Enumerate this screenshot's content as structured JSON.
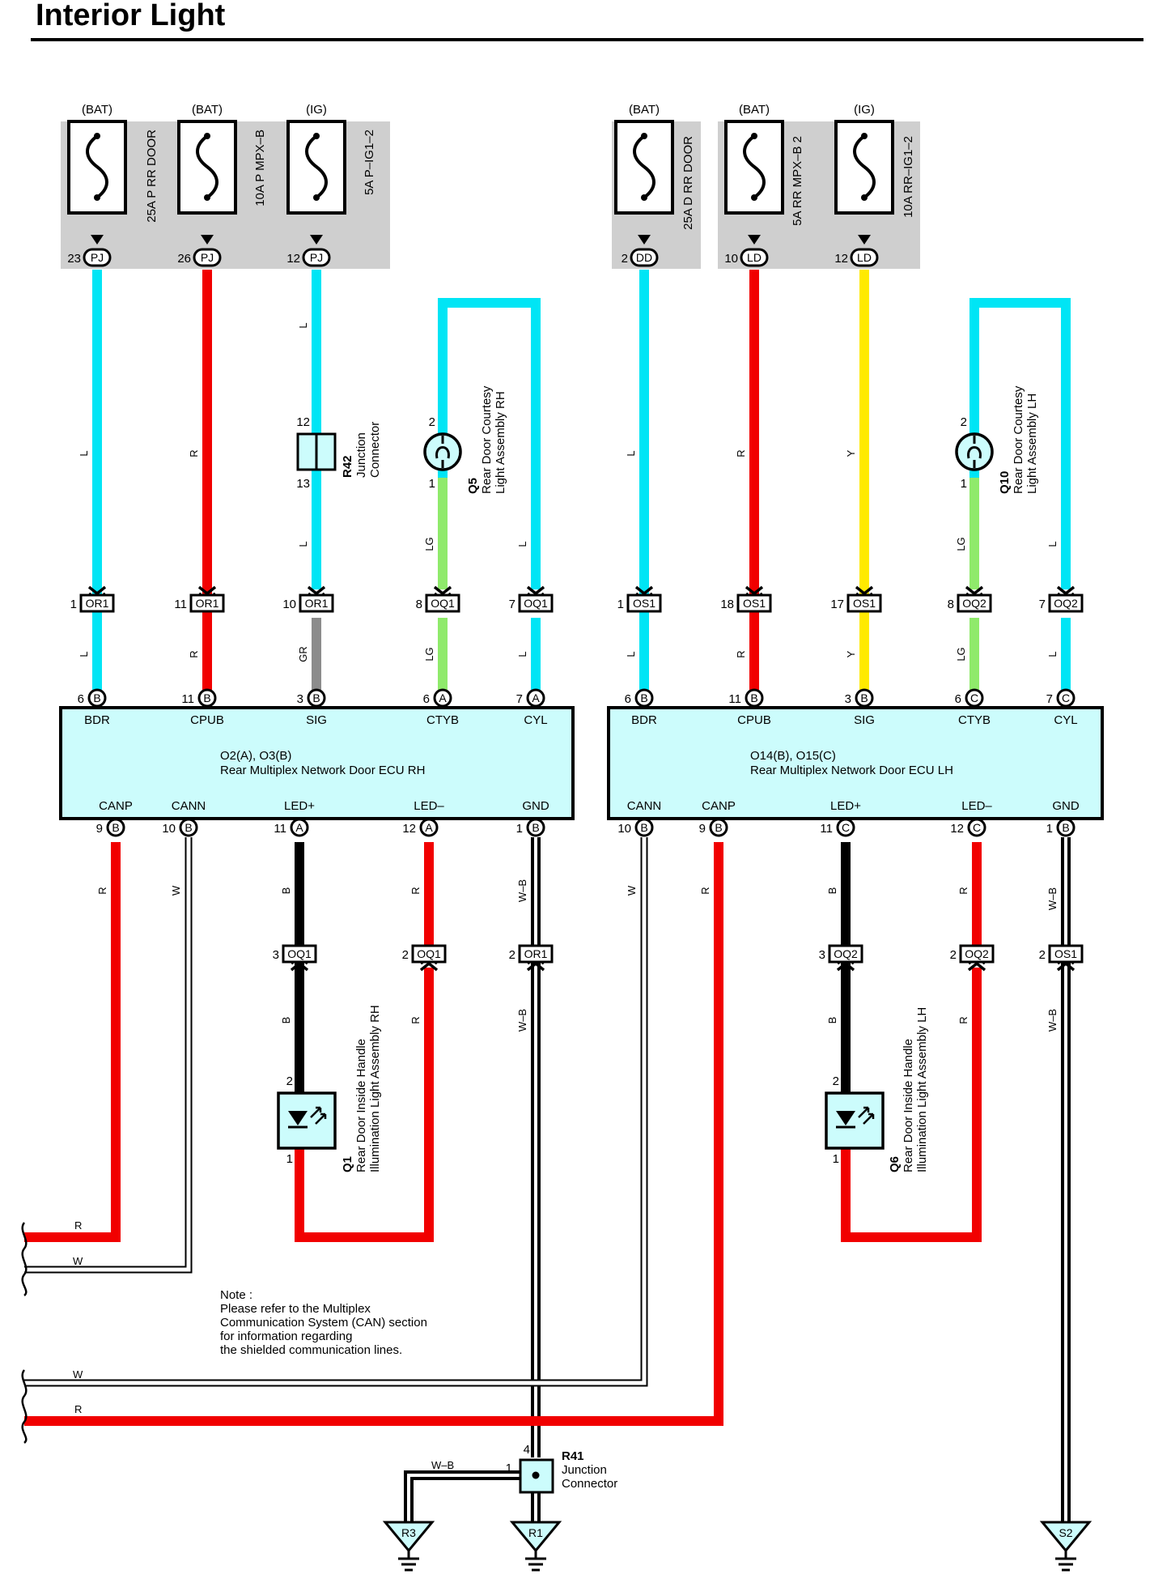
{
  "title": "Interior Light",
  "colors": {
    "L": "#00e5f5",
    "R": "#f10000",
    "Y": "#ffea00",
    "LG": "#8fea6b",
    "GR": "#8c8c8c",
    "B": "#000000",
    "ecu_fill": "#ccfcfc",
    "fuse_panel": "#cfcfcf"
  },
  "fuse_groups": {
    "right": {
      "fuses": [
        {
          "power": "(BAT)",
          "name": "25A P RR DOOR",
          "pin": "23",
          "conn": "PJ"
        },
        {
          "power": "(BAT)",
          "name": "10A P MPX–B",
          "pin": "26",
          "conn": "PJ"
        },
        {
          "power": "(IG)",
          "name": "5A P–IG1–2",
          "pin": "12",
          "conn": "PJ"
        }
      ]
    },
    "left": {
      "fuses": [
        {
          "power": "(BAT)",
          "name": "25A D RR DOOR",
          "pin": "2",
          "conn": "DD"
        },
        {
          "power": "(BAT)",
          "name": "5A RR MPX–B 2",
          "pin": "10",
          "conn": "LD"
        },
        {
          "power": "(IG)",
          "name": "10A RR–IG1–2",
          "pin": "12",
          "conn": "LD"
        }
      ]
    }
  },
  "wire_labels": {
    "L": "L",
    "R": "R",
    "Y": "Y",
    "LG": "LG",
    "GR": "GR",
    "B": "B",
    "W": "W",
    "WB": "W–B"
  },
  "inline_connectors": {
    "rh_top": [
      {
        "pin": "1",
        "name": "OR1"
      },
      {
        "pin": "11",
        "name": "OR1"
      },
      {
        "pin": "10",
        "name": "OR1"
      },
      {
        "pin": "8",
        "name": "OQ1"
      },
      {
        "pin": "7",
        "name": "OQ1"
      }
    ],
    "lh_top": [
      {
        "pin": "1",
        "name": "OS1"
      },
      {
        "pin": "18",
        "name": "OS1"
      },
      {
        "pin": "17",
        "name": "OS1"
      },
      {
        "pin": "8",
        "name": "OQ2"
      },
      {
        "pin": "7",
        "name": "OQ2"
      }
    ],
    "rh_bottom": [
      {
        "pin": "3",
        "name": "OQ1"
      },
      {
        "pin": "2",
        "name": "OQ1"
      },
      {
        "pin": "2",
        "name": "OR1"
      }
    ],
    "lh_bottom": [
      {
        "pin": "3",
        "name": "OQ2"
      },
      {
        "pin": "2",
        "name": "OQ2"
      },
      {
        "pin": "2",
        "name": "OS1"
      }
    ]
  },
  "ecu_rh": {
    "code": "O2(A), O3(B)",
    "name": "Rear Multiplex Network Door ECU RH",
    "top_pins": [
      {
        "num": "6",
        "conn": "B",
        "sig": "BDR"
      },
      {
        "num": "11",
        "conn": "B",
        "sig": "CPUB"
      },
      {
        "num": "3",
        "conn": "B",
        "sig": "SIG"
      },
      {
        "num": "6",
        "conn": "A",
        "sig": "CTYB"
      },
      {
        "num": "7",
        "conn": "A",
        "sig": "CYL"
      }
    ],
    "bottom_pins": [
      {
        "num": "9",
        "conn": "B",
        "sig": "CANP"
      },
      {
        "num": "10",
        "conn": "B",
        "sig": "CANN"
      },
      {
        "num": "11",
        "conn": "A",
        "sig": "LED+"
      },
      {
        "num": "12",
        "conn": "A",
        "sig": "LED–"
      },
      {
        "num": "1",
        "conn": "B",
        "sig": "GND"
      }
    ]
  },
  "ecu_lh": {
    "code": "O14(B), O15(C)",
    "name": "Rear Multiplex Network Door ECU LH",
    "top_pins": [
      {
        "num": "6",
        "conn": "B",
        "sig": "BDR"
      },
      {
        "num": "11",
        "conn": "B",
        "sig": "CPUB"
      },
      {
        "num": "3",
        "conn": "B",
        "sig": "SIG"
      },
      {
        "num": "6",
        "conn": "C",
        "sig": "CTYB"
      },
      {
        "num": "7",
        "conn": "C",
        "sig": "CYL"
      }
    ],
    "bottom_pins": [
      {
        "num": "10",
        "conn": "B",
        "sig": "CANN"
      },
      {
        "num": "9",
        "conn": "B",
        "sig": "CANP"
      },
      {
        "num": "11",
        "conn": "C",
        "sig": "LED+"
      },
      {
        "num": "12",
        "conn": "C",
        "sig": "LED–"
      },
      {
        "num": "1",
        "conn": "B",
        "sig": "GND"
      }
    ]
  },
  "components": {
    "r42": {
      "id": "R42",
      "desc1": "Junction",
      "desc2": "Connector",
      "pin_top": "12",
      "pin_bottom": "13"
    },
    "q5": {
      "id": "Q5",
      "desc1": "Rear Door Courtesy",
      "desc2": "Light Assembly RH",
      "pin_top": "2",
      "pin_bottom": "1"
    },
    "q10": {
      "id": "Q10",
      "desc1": "Rear Door Courtesy",
      "desc2": "Light Assembly LH",
      "pin_top": "2",
      "pin_bottom": "1"
    },
    "q1": {
      "id": "Q1",
      "desc1": "Rear Door Inside Handle",
      "desc2": "Illumination Light Assembly RH",
      "pin_top": "2",
      "pin_bottom": "1"
    },
    "q6": {
      "id": "Q6",
      "desc1": "Rear Door Inside Handle",
      "desc2": "Illumination Light Assembly LH",
      "pin_top": "2",
      "pin_bottom": "1"
    },
    "r41": {
      "id": "R41",
      "desc1": "Junction",
      "desc2": "Connector",
      "pin_top": "4",
      "pin_left": "1"
    }
  },
  "grounds": {
    "r3": "R3",
    "r1": "R1",
    "s2": "S2"
  },
  "note": {
    "lines": [
      "Note :",
      "Please refer to the Multiplex",
      "Communication System (CAN) section",
      "for information regarding",
      "the shielded communication lines."
    ]
  }
}
